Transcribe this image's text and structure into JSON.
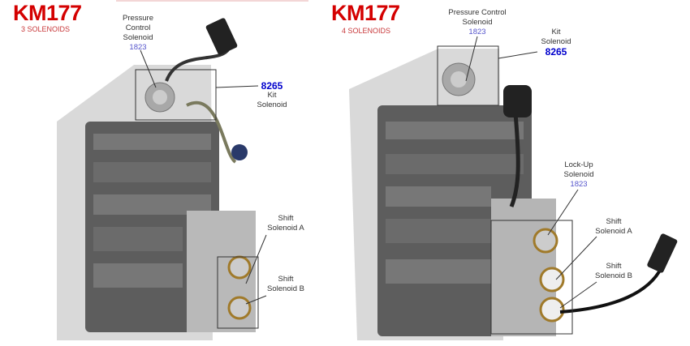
{
  "left": {
    "title": "KM177",
    "subtitle": "3 SOLENOIDS",
    "pressure_control": {
      "line1": "Pressure",
      "line2": "Control",
      "line3": "Solenoid",
      "part": "1823"
    },
    "kit": {
      "part": "8265",
      "line1": "Kit",
      "line2": "Solenoid"
    },
    "shift_a": {
      "line1": "Shift",
      "line2": "Solenoid A"
    },
    "shift_b": {
      "line1": "Shift",
      "line2": "Solenoid B"
    }
  },
  "right": {
    "title": "KM177",
    "subtitle": "4 SOLENOIDS",
    "pressure_control": {
      "line1": "Pressure Control",
      "line2": "Solenoid",
      "part": "1823"
    },
    "kit": {
      "line1": "Kit",
      "line2": "Solenoid",
      "part": "8265"
    },
    "lockup": {
      "line1": "Lock-Up",
      "line2": "Solenoid",
      "part": "1823"
    },
    "shift_a": {
      "line1": "Shift",
      "line2": "Solenoid A"
    },
    "shift_b": {
      "line1": "Shift",
      "line2": "Solenoid B"
    }
  }
}
